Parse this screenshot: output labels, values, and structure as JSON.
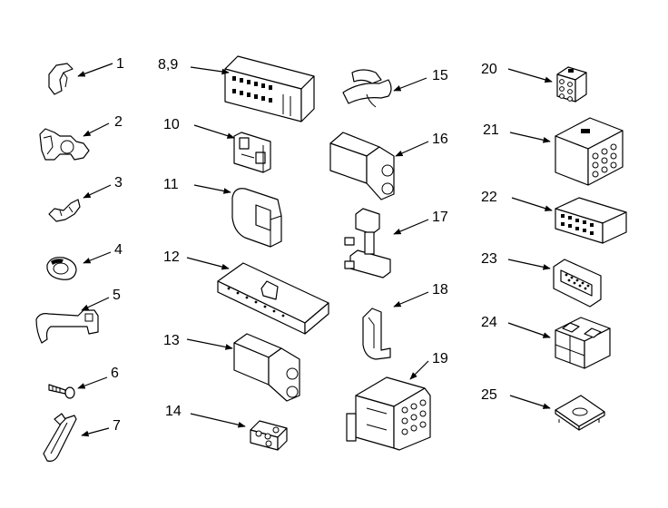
{
  "diagram": {
    "parts": [
      {
        "id": "p1",
        "label": "1"
      },
      {
        "id": "p2",
        "label": "2"
      },
      {
        "id": "p3",
        "label": "3"
      },
      {
        "id": "p4",
        "label": "4"
      },
      {
        "id": "p5",
        "label": "5"
      },
      {
        "id": "p6",
        "label": "6"
      },
      {
        "id": "p7",
        "label": "7"
      },
      {
        "id": "p89",
        "label": "8,9"
      },
      {
        "id": "p10",
        "label": "10"
      },
      {
        "id": "p11",
        "label": "11"
      },
      {
        "id": "p12",
        "label": "12"
      },
      {
        "id": "p13",
        "label": "13"
      },
      {
        "id": "p14",
        "label": "14"
      },
      {
        "id": "p15",
        "label": "15"
      },
      {
        "id": "p16",
        "label": "16"
      },
      {
        "id": "p17",
        "label": "17"
      },
      {
        "id": "p18",
        "label": "18"
      },
      {
        "id": "p19",
        "label": "19"
      },
      {
        "id": "p20",
        "label": "20"
      },
      {
        "id": "p21",
        "label": "21"
      },
      {
        "id": "p22",
        "label": "22"
      },
      {
        "id": "p23",
        "label": "23"
      },
      {
        "id": "p24",
        "label": "24"
      },
      {
        "id": "p25",
        "label": "25"
      }
    ]
  }
}
